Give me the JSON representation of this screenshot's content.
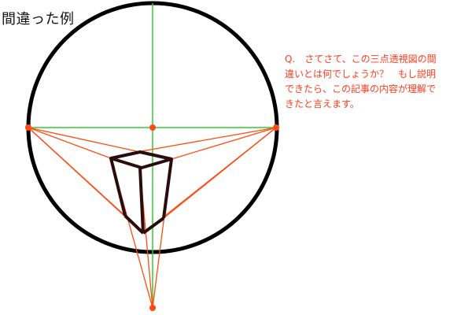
{
  "title": "間違った例",
  "question": {
    "lines": [
      "Q.　さてさて、この三点透視図の間",
      "違いとは何でしょうか？　もし説明",
      "できたら、この記事の内容が理解で",
      "きたと言えます。"
    ]
  },
  "colors": {
    "circle": "#000000",
    "axes": "#33cc33",
    "construction": "#ff4a12",
    "vanishing_point": "#ff4a12",
    "box": "#2a0c0c",
    "text_accent": "#ff3b1d"
  }
}
